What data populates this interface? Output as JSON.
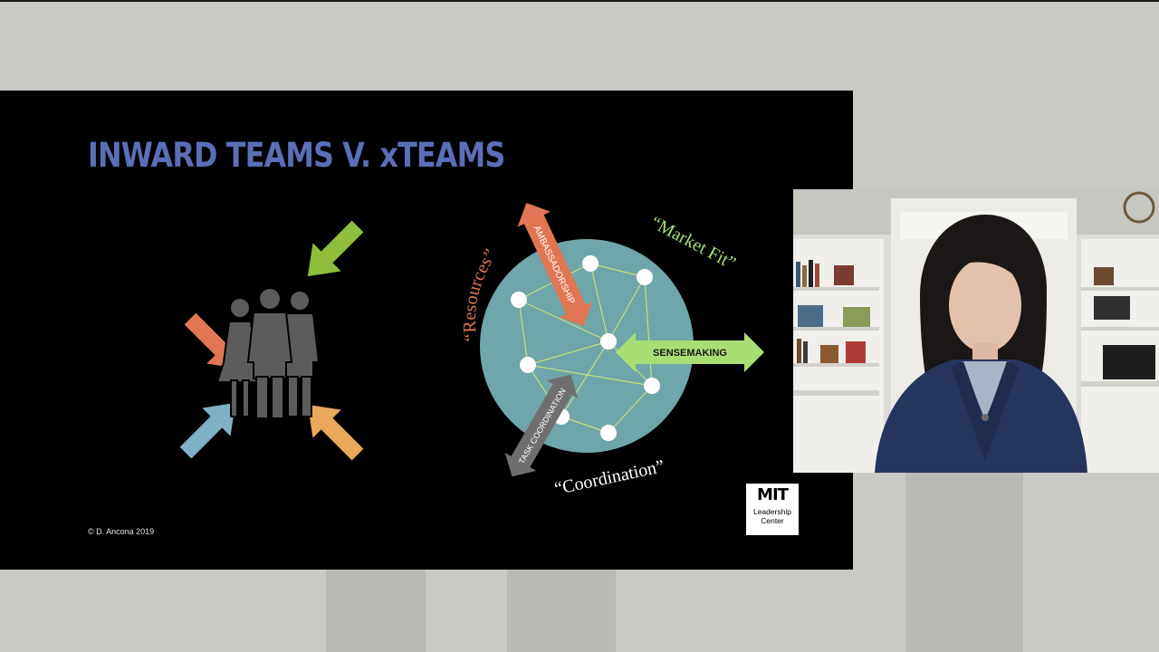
{
  "slide": {
    "title": "INWARD TEAMS V. xTEAMS",
    "copyright": "© D. Ancona 2019",
    "labels": {
      "resources": "“Resources”",
      "market_fit": "“Market Fit”",
      "coordination": "“Coordination”",
      "ambassadorship": "AMBASSADORSHIP",
      "sensemaking": "SENSEMAKING",
      "task_coordination": "TASK COORDINATION"
    },
    "logo": {
      "mark": "MIT",
      "line1": "Leadership",
      "line2": "Center"
    },
    "colors": {
      "title": "#5b6fb8",
      "arrow_orange": "#e07654",
      "arrow_green": "#8fbf3b",
      "arrow_blue": "#7fb1c6",
      "arrow_yellow": "#eba85a",
      "circle": "#6fa6aa",
      "sensemaking": "#a8df73",
      "task_coordination": "#6f6f6f",
      "people": "#5c5c5c"
    }
  }
}
